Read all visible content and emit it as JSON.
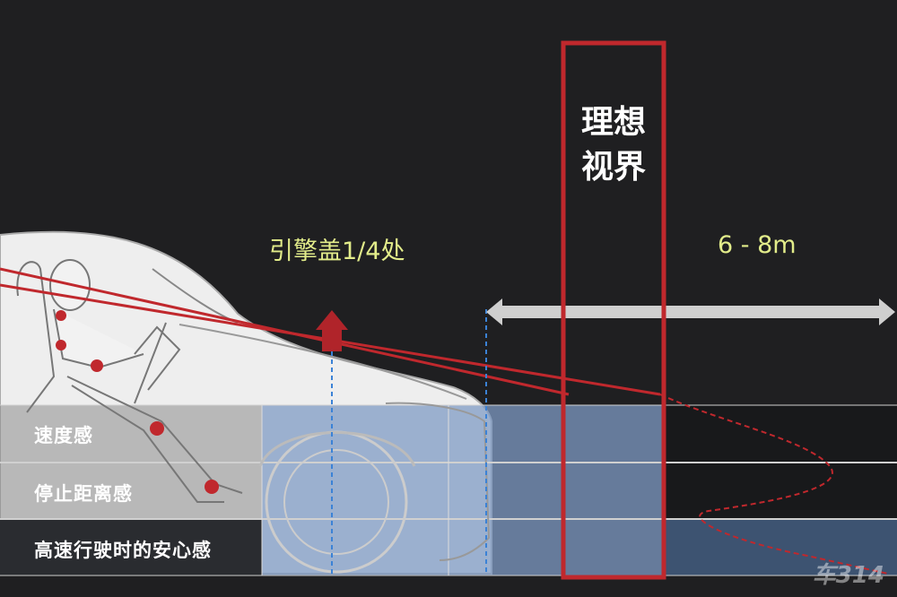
{
  "labels": {
    "ideal_view_line1": "理想",
    "ideal_view_line2": "视界",
    "hood_quarter": "引擎盖1/4处",
    "distance": "6 - 8m"
  },
  "rows": [
    {
      "label": "速度感"
    },
    {
      "label": "停止距离感"
    },
    {
      "label": "高速行驶时的安心感"
    }
  ],
  "watermark": "车314",
  "colors": {
    "background": "#1f1f21",
    "band_blue": "#7f9bc4",
    "band_dark": "#202428",
    "red": "#c0282d",
    "label_yellow": "#e2ec8a",
    "arrow_gray": "#cfcfcf"
  }
}
